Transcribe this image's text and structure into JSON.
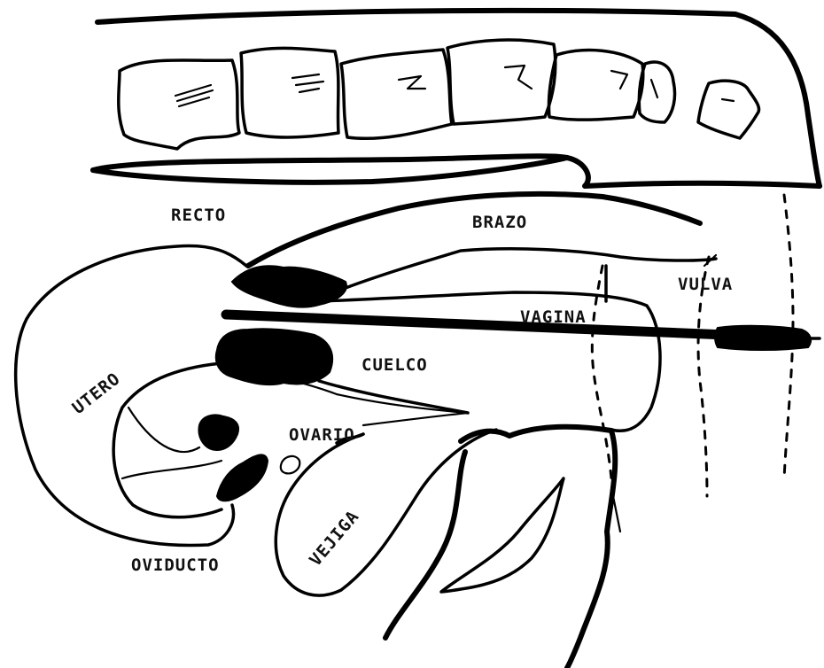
{
  "labels": {
    "recto": "RECTO",
    "brazo": "BRAZO",
    "vulva": "VULVA",
    "vagina": "VAGINA",
    "cuello": "CUELCO",
    "utero": "UTERO",
    "ovario": "OVARIO",
    "vejiga": "VEJIGA",
    "oviducto": "OVIDUCTO"
  },
  "colors": {
    "ink": "#000000",
    "paper": "#ffffff"
  }
}
